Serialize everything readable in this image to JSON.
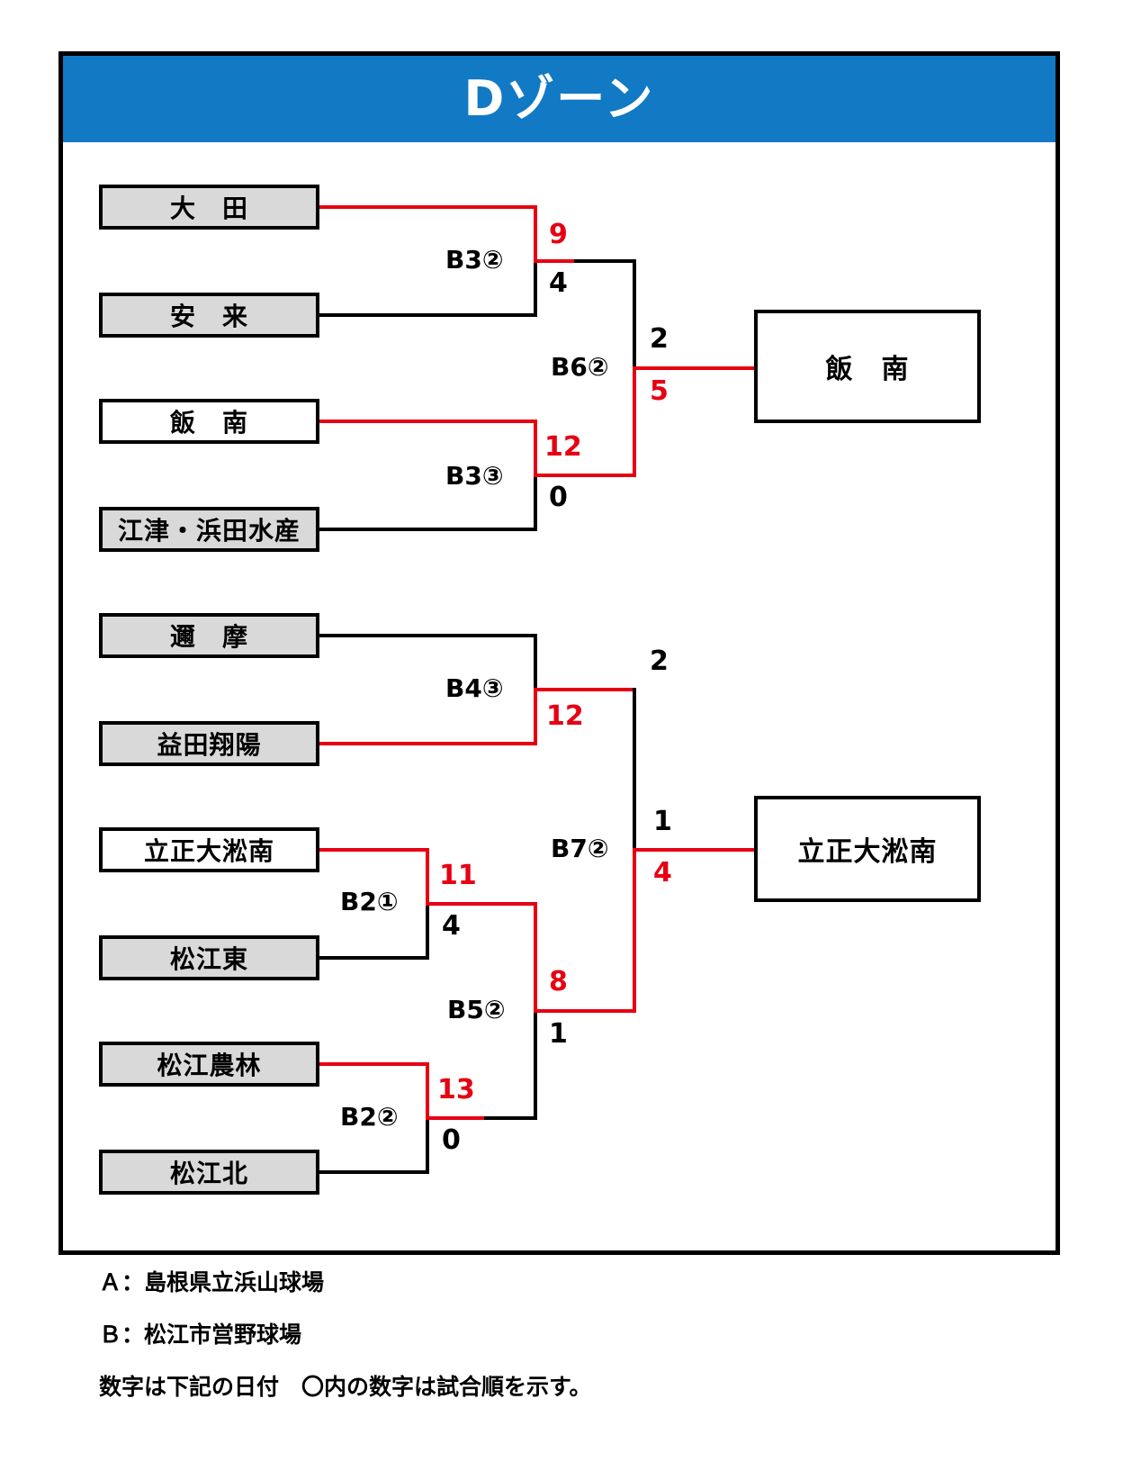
{
  "zone": {
    "title": "Dゾーン",
    "header_color": "#1279c4"
  },
  "colors": {
    "win_line": "#e60012",
    "lose_line": "#000000",
    "seed_fill": "#d9d9d9"
  },
  "teams": [
    {
      "id": "t1",
      "name": "大　田",
      "fill": "seeded"
    },
    {
      "id": "t2",
      "name": "安　来",
      "fill": "seeded"
    },
    {
      "id": "t3",
      "name": "飯　南",
      "fill": "plain"
    },
    {
      "id": "t4",
      "name": "江津・浜田水産",
      "fill": "seeded"
    },
    {
      "id": "t5",
      "name": "邇　摩",
      "fill": "seeded"
    },
    {
      "id": "t6",
      "name": "益田翔陽",
      "fill": "seeded"
    },
    {
      "id": "t7",
      "name": "立正大淞南",
      "fill": "plain"
    },
    {
      "id": "t8",
      "name": "松江東",
      "fill": "seeded"
    },
    {
      "id": "t9",
      "name": "松江農林",
      "fill": "seeded"
    },
    {
      "id": "t10",
      "name": "松江北",
      "fill": "seeded"
    }
  ],
  "matches": [
    {
      "id": "m1",
      "label": "B3②",
      "upper_score": "9",
      "lower_score": "4",
      "winner": "upper"
    },
    {
      "id": "m2",
      "label": "B3③",
      "upper_score": "12",
      "lower_score": "0",
      "winner": "upper"
    },
    {
      "id": "m3",
      "label": "B6②",
      "upper_score": "2",
      "lower_score": "5",
      "winner": "lower"
    },
    {
      "id": "m4",
      "label": "B4③",
      "upper_score": "2",
      "lower_score": "12",
      "winner": "lower"
    },
    {
      "id": "m5",
      "label": "B2①",
      "upper_score": "11",
      "lower_score": "4",
      "winner": "upper"
    },
    {
      "id": "m6",
      "label": "B2②",
      "upper_score": "13",
      "lower_score": "0",
      "winner": "upper"
    },
    {
      "id": "m7",
      "label": "B5②",
      "upper_score": "8",
      "lower_score": "1",
      "winner": "upper"
    },
    {
      "id": "m8",
      "label": "B7②",
      "upper_score": "1",
      "lower_score": "4",
      "winner": "lower"
    }
  ],
  "winners": [
    {
      "id": "w1",
      "name": "飯　南"
    },
    {
      "id": "w2",
      "name": "立正大淞南"
    }
  ],
  "footer": {
    "line1": "Ａ：島根県立浜山球場",
    "line2": "Ｂ：松江市営野球場",
    "line3": "数字は下記の日付　〇内の数字は試合順を示す。"
  }
}
